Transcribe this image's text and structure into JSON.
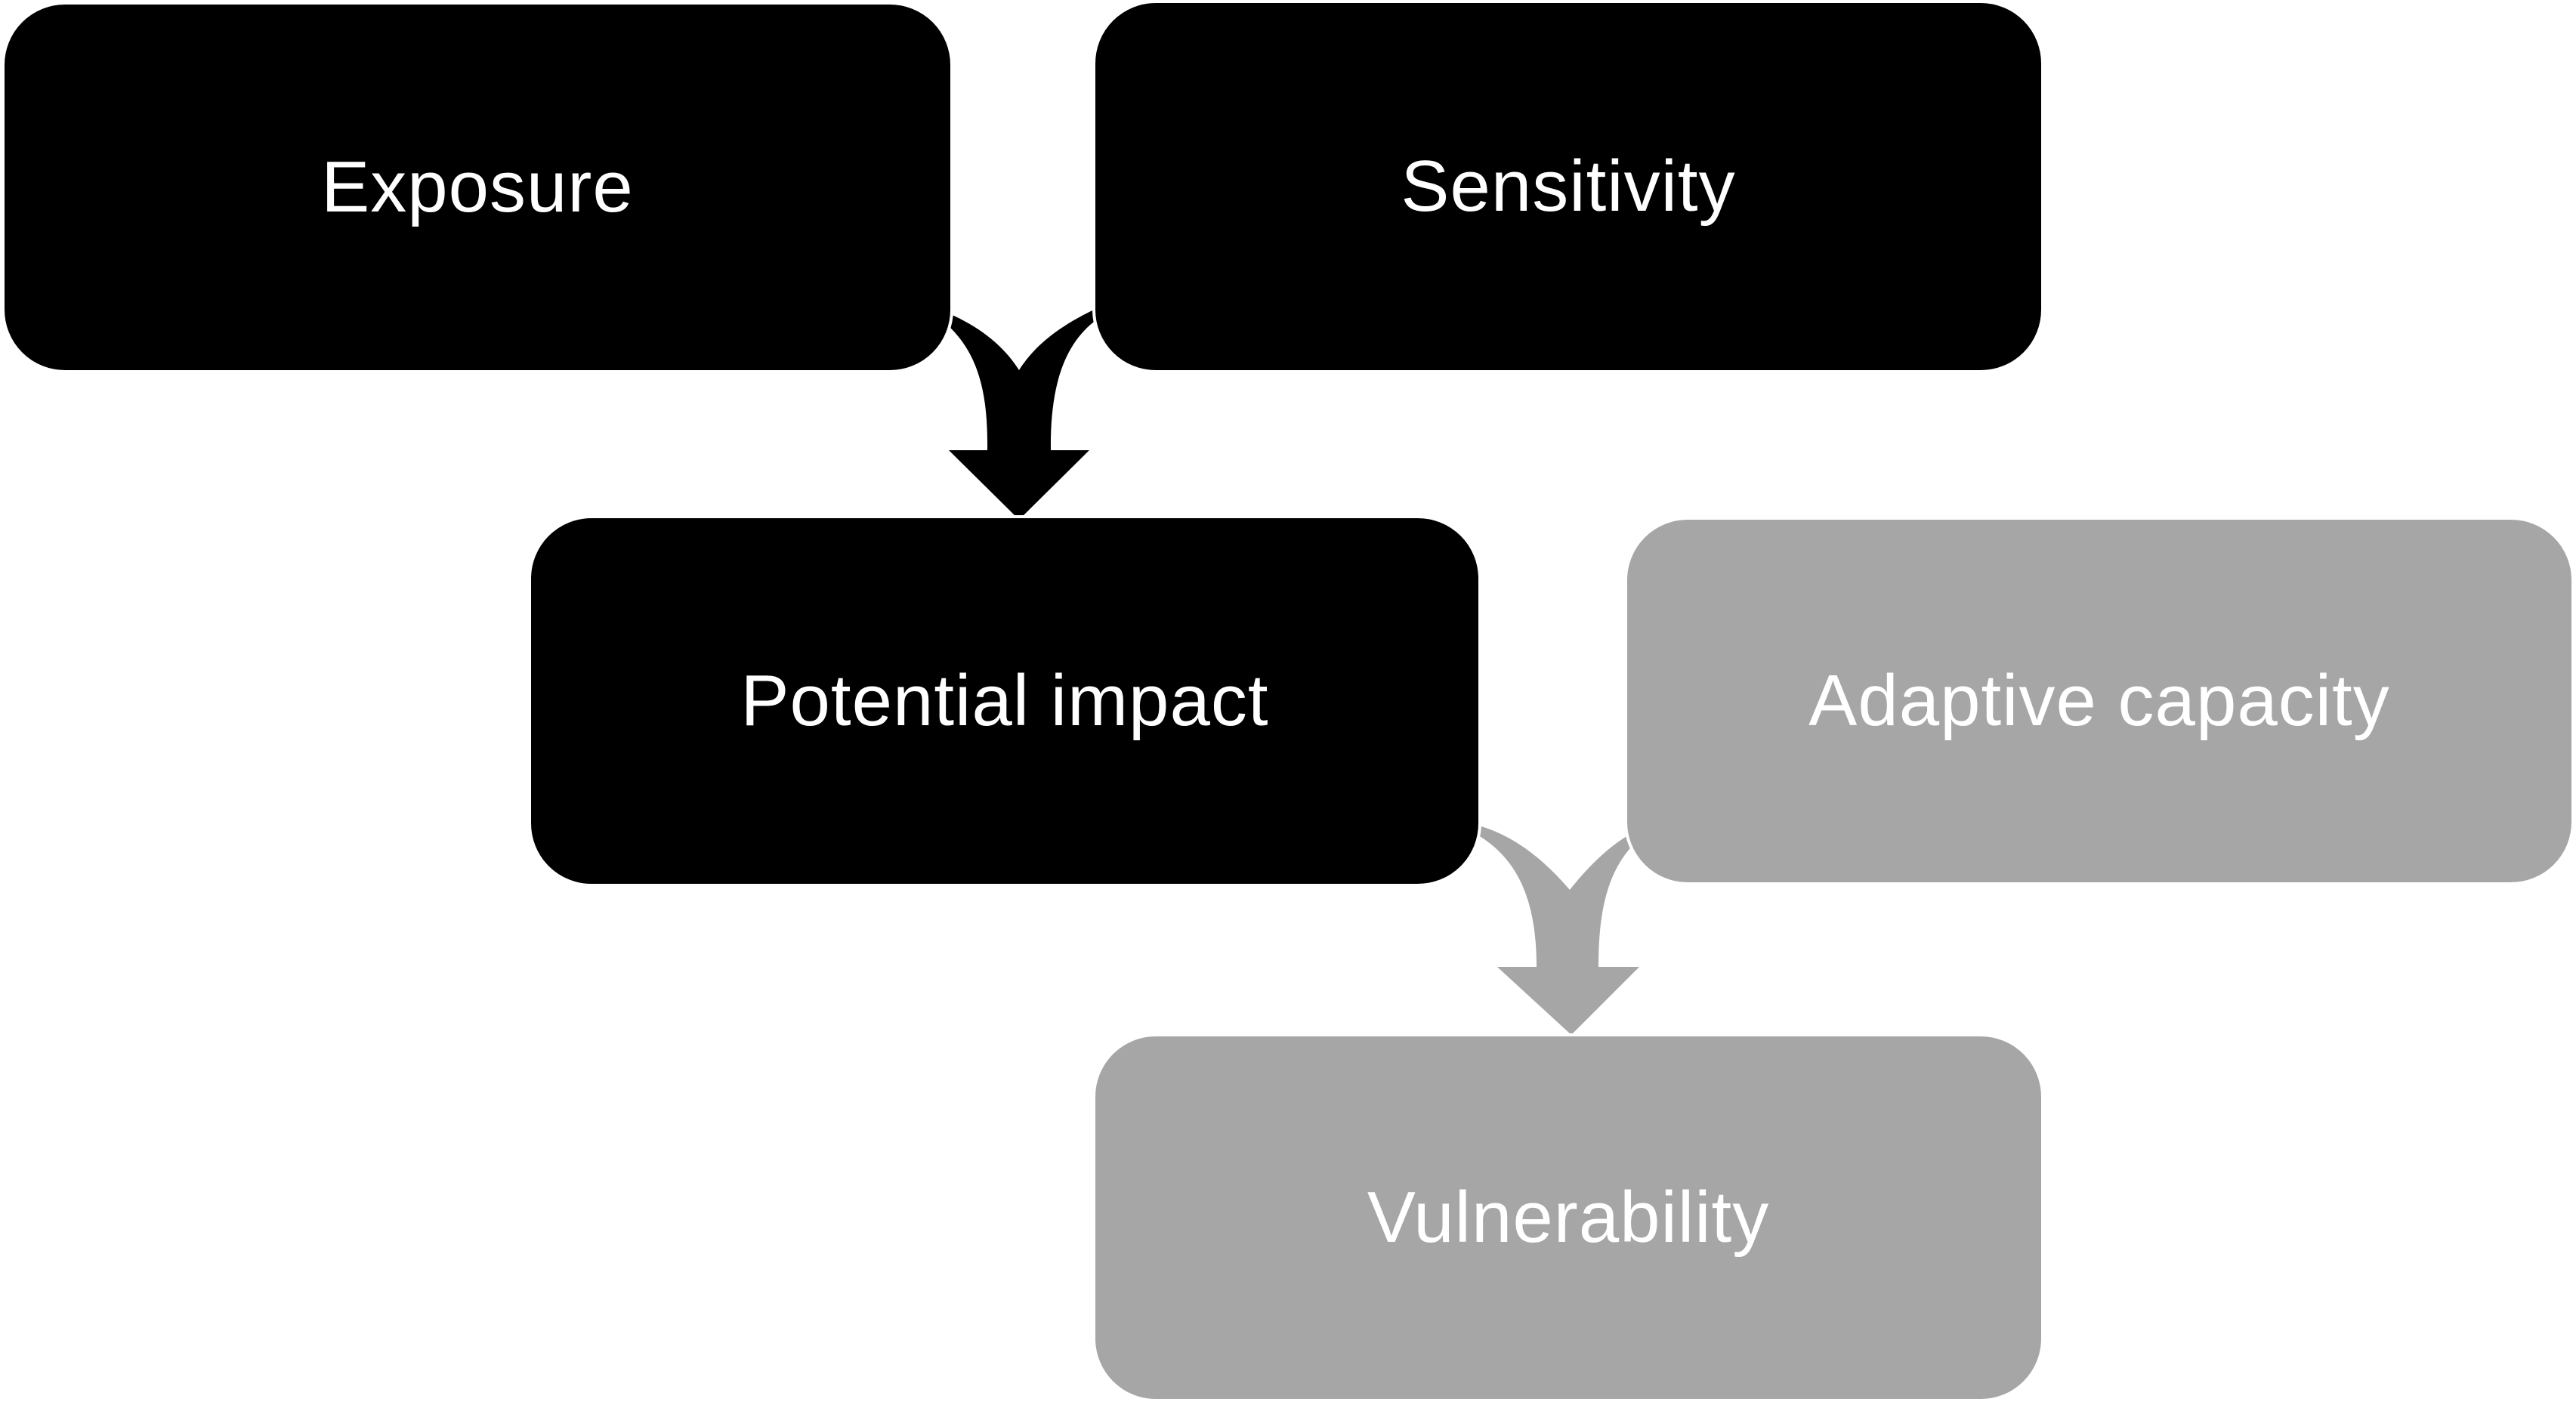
{
  "nodes": {
    "exposure": "Exposure",
    "sensitivity": "Sensitivity",
    "potential_impact": "Potential impact",
    "adaptive_capacity": "Adaptive capacity",
    "vulnerability": "Vulnerability"
  },
  "colors": {
    "dark": "#000000",
    "grey": "#a6a6a6",
    "text": "#ffffff"
  }
}
